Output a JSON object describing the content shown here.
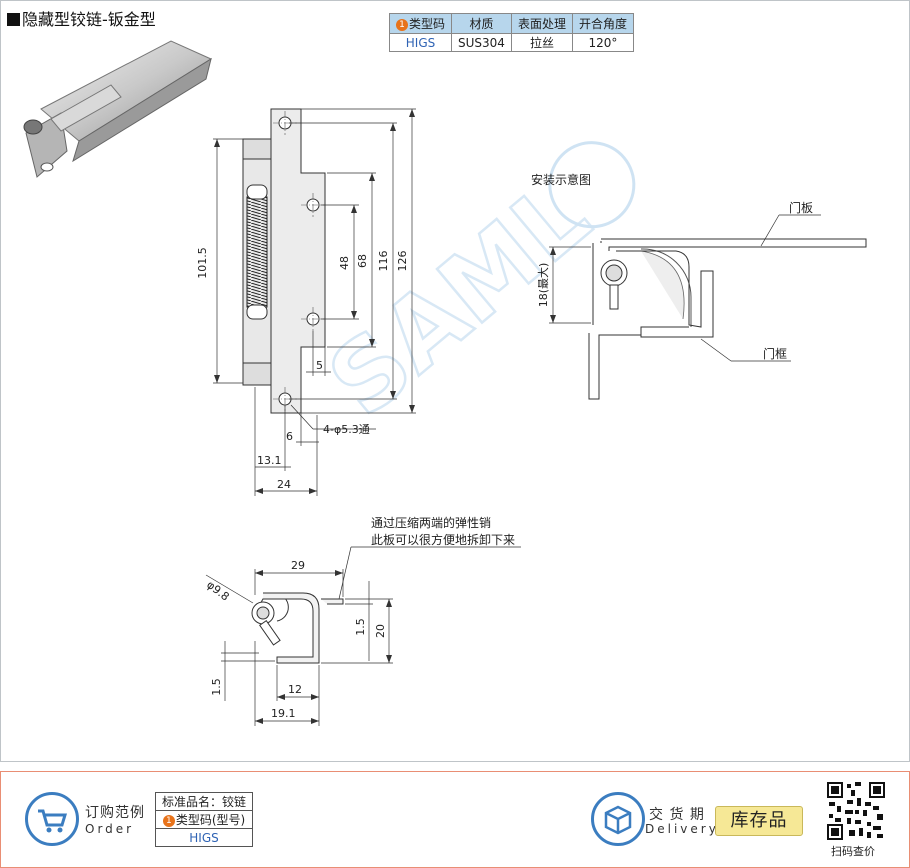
{
  "title": "隐藏型铰链-钣金型",
  "spec_table": {
    "headers": [
      "类型码",
      "材质",
      "表面处理",
      "开合角度"
    ],
    "header_marker": "1",
    "row": [
      "HIGS",
      "SUS304",
      "拉丝",
      "120°"
    ]
  },
  "front_view": {
    "dims": {
      "d101_5": "101.5",
      "d48": "48",
      "d68": "68",
      "d116": "116",
      "d126": "126",
      "d5": "5",
      "d6": "6",
      "d13_1": "13.1",
      "d24": "24",
      "holes": "4-φ5.3通"
    }
  },
  "install_view": {
    "caption": "安装示意图",
    "door_panel": "门板",
    "door_frame": "门框",
    "max_gap": "18(最大)"
  },
  "side_view": {
    "note_line1": "通过压缩两端的弹性销",
    "note_line2": "此板可以很方便地拆卸下来",
    "dims": {
      "d29": "29",
      "dia9_8": "φ9.8",
      "d1_5": "1.5",
      "d20": "20",
      "d1_5_left": "1.5",
      "d12": "12",
      "d19_1": "19.1"
    }
  },
  "footer": {
    "order_cn": "订购范例",
    "order_en": "Order",
    "std_name_label": "标准品名：铰链",
    "type_label": "类型码(型号)",
    "type_marker": "1",
    "type_value": "HIGS",
    "delivery_cn": "交 货 期",
    "delivery_en": "Delivery",
    "stock_button": "库存品",
    "qr_caption": "扫码查价"
  },
  "colors": {
    "header_blue": "#b7d6ec",
    "marker_orange": "#e8731a",
    "value_blue": "#2f63b4",
    "footer_border": "#e98e74",
    "stock_yellow": "#f6e896"
  }
}
